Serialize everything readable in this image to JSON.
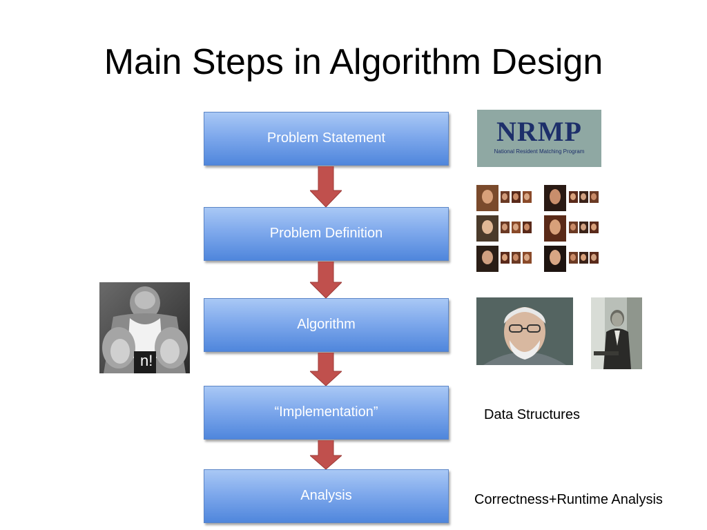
{
  "slide": {
    "title": "Main Steps in Algorithm Design"
  },
  "flow": {
    "steps": [
      {
        "label": "Problem Statement"
      },
      {
        "label": "Problem Definition"
      },
      {
        "label": "Algorithm"
      },
      {
        "label": "“Implementation”"
      },
      {
        "label": "Analysis"
      }
    ],
    "box_color": "#6f9de8",
    "arrow_color": "#c0504d"
  },
  "side": {
    "nrmp_logo": "NRMP",
    "nrmp_subtitle": "National Resident Matching Program",
    "factorial_label": "n!",
    "data_structures_label": "Data Structures",
    "analysis_label": "Correctness+Runtime Analysis"
  }
}
